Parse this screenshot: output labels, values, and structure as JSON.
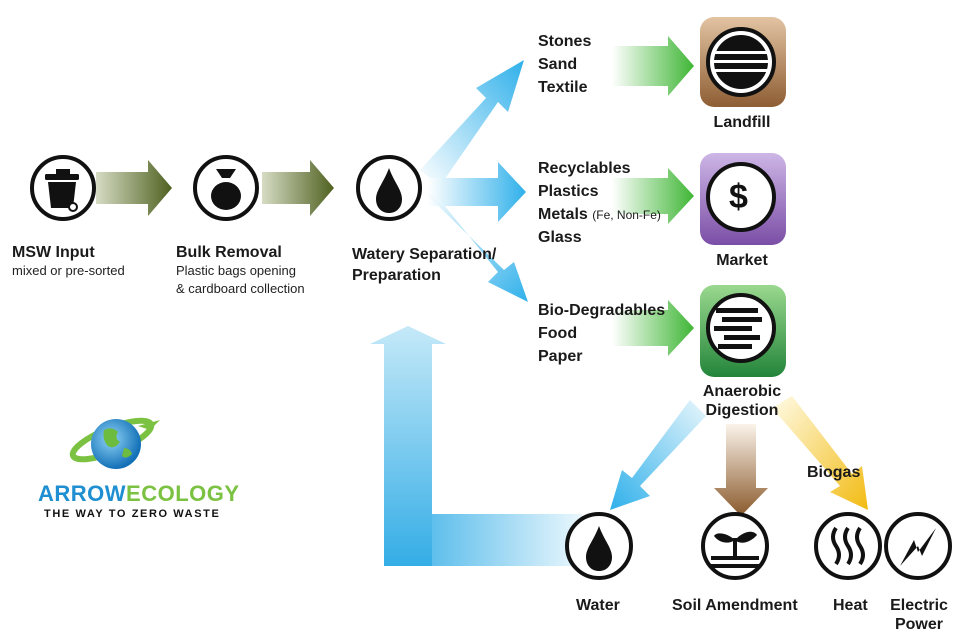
{
  "inputs": {
    "msw": {
      "title": "MSW Input",
      "subtitle": "mixed or pre-sorted"
    },
    "bulk": {
      "title": "Bulk Removal",
      "line1": "Plastic bags opening",
      "line2": "& cardboard collection"
    },
    "watery": {
      "line1": "Watery Separation/",
      "line2": "Preparation"
    }
  },
  "streams": {
    "inert": [
      "Stones",
      "Sand",
      "Textile"
    ],
    "recyclables": {
      "line1": "Recyclables",
      "line2": "Plastics",
      "line3": "Metals",
      "line3_note": "(Fe, Non-Fe)",
      "line4": "Glass"
    },
    "bio": [
      "Bio-Degradables",
      "Food",
      "Paper"
    ]
  },
  "destinations": {
    "landfill": "Landfill",
    "market": "Market",
    "digestion_line1": "Anaerobic",
    "digestion_line2": "Digestion",
    "market_symbol": "$"
  },
  "outputs": {
    "water": "Water",
    "soil": "Soil Amendment",
    "heat": "Heat",
    "electric_line1": "Electric",
    "electric_line2": "Power",
    "biogas": "Biogas"
  },
  "logo": {
    "part1": "ARROW",
    "part2": "ECOLOGY",
    "tagline": "THE WAY TO ZERO WASTE"
  },
  "colors": {
    "landfill_tile": "#9a6a3e",
    "market_tile": "#8e63b3",
    "digestion_tile": "#2e9a3c",
    "water_arrow": "#38b3e8",
    "green_arrow": "#4fbf3a",
    "olive_arrow": "#5e6e2a",
    "soil_arrow": "#8a5a2c",
    "biogas_arrow": "#f2c21a"
  }
}
